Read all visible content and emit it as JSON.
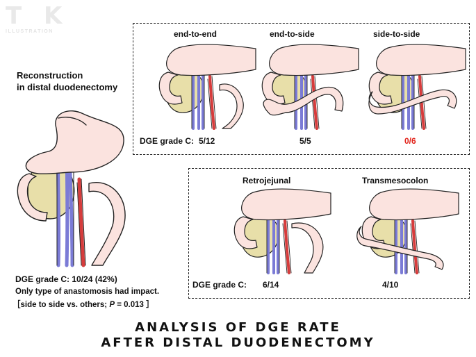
{
  "logo": {
    "letters": "T K",
    "subtitle": "ILLUSTRATION"
  },
  "left": {
    "heading_line1": "Reconstruction",
    "heading_line2": "in distal duodenectomy",
    "dge_total": "DGE grade C: 10/24 (42%)",
    "note_line1": "Only type of anastomosis had impact.",
    "note_line2_pre": "［side to side vs. others; ",
    "note_line2_p": "P",
    "note_line2_post": " = 0.013 ］"
  },
  "top_panel": {
    "headers": [
      "end-to-end",
      "end-to-side",
      "side-to-side"
    ],
    "dge_label": "DGE grade C:",
    "values": [
      "5/12",
      "5/5",
      "0/6"
    ],
    "highlight_color": "#e2231a"
  },
  "bottom_panel": {
    "headers": [
      "Retrojejunal",
      "Transmesocolon"
    ],
    "dge_label": "DGE grade C:",
    "values": [
      "6/14",
      "4/10"
    ]
  },
  "title": {
    "line1": "ANALYSIS OF DGE RATE",
    "line2": "AFTER DISTAL DUODENECTOMY"
  },
  "colors": {
    "stomach": "#fbe3df",
    "pancreas": "#e8dfa9",
    "vein": "#7b7bd6",
    "artery": "#d63c3c",
    "outline": "#222222"
  }
}
